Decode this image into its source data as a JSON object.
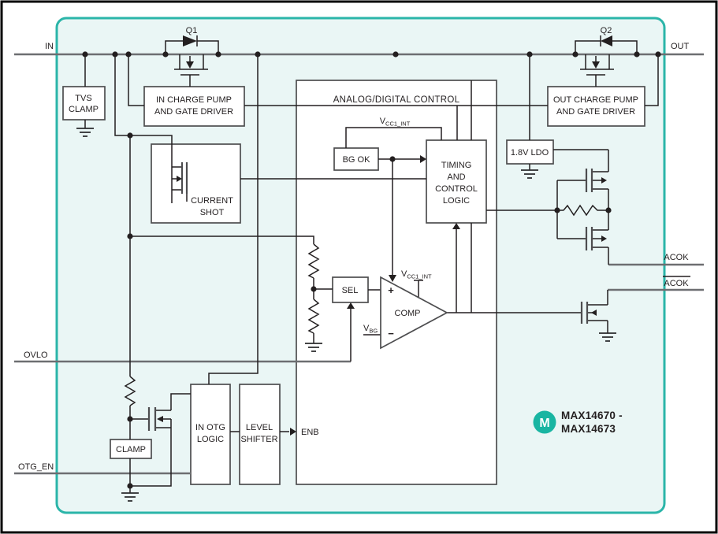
{
  "branding": {
    "part_line1": "MAX14670 -",
    "part_line2": "MAX14673",
    "logo_letter": "M"
  },
  "pins": {
    "in": "IN",
    "out": "OUT",
    "ovlo": "OVLO",
    "otg_en": "OTG_EN",
    "acok": "ACOK",
    "acok_bar": "ACOK",
    "enb": "ENB"
  },
  "transistors": {
    "q1": "Q1",
    "q2": "Q2"
  },
  "blocks": {
    "tvs_clamp": {
      "line1": "TVS",
      "line2": "CLAMP"
    },
    "in_charge_pump": {
      "line1": "IN CHARGE PUMP",
      "line2": "AND GATE DRIVER"
    },
    "out_charge_pump": {
      "line1": "OUT CHARGE PUMP",
      "line2": "AND GATE DRIVER"
    },
    "current_shot": {
      "line1": "CURRENT",
      "line2": "SHOT"
    },
    "analog_digital": {
      "title": "ANALOG/DIGITAL CONTROL"
    },
    "bg_ok": {
      "label": "BG OK"
    },
    "timing": {
      "line1": "TIMING",
      "line2": "AND",
      "line3": "CONTROL",
      "line4": "LOGIC"
    },
    "ldo": {
      "label": "1.8V LDO"
    },
    "sel": {
      "label": "SEL"
    },
    "comp": {
      "label": "COMP",
      "plus": "+",
      "minus": "−"
    },
    "clamp": {
      "label": "CLAMP"
    },
    "in_otg_logic": {
      "line1": "IN OTG",
      "line2": "LOGIC"
    },
    "level_shifter": {
      "line1": "LEVEL",
      "line2": "SHIFTER"
    }
  },
  "nets": {
    "vcc1_int_top": {
      "base": "V",
      "sub": "CC1_INT"
    },
    "vcc1_int_comp": {
      "base": "V",
      "sub": "CC1_INT"
    },
    "vbg": {
      "base": "V",
      "sub": "BG"
    }
  },
  "colors": {
    "teal_border": "#2BB5A9",
    "teal_fill": "#EAF6F5",
    "wire": "#231F20",
    "rail": "#6D6E71",
    "box_stroke": "#4D4D4F",
    "logo_teal": "#19B5A2"
  }
}
